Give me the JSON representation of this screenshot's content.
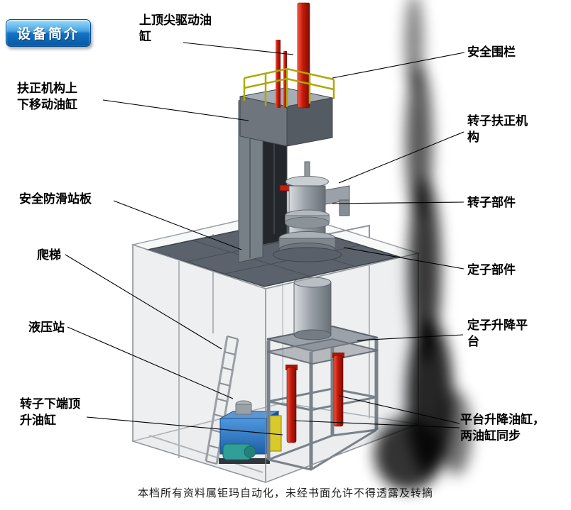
{
  "badge": {
    "label": "设备简介"
  },
  "labels": {
    "top_center_drive_cylinder": "上顶尖驱动油缸",
    "safety_fence": "安全围栏",
    "centering_mechanism_lift_cylinder": "扶正机构上下移动油缸",
    "rotor_centering_mechanism": "转子扶正机构",
    "safety_antislip_platform": "安全防滑站板",
    "rotor_component": "转子部件",
    "ladder": "爬梯",
    "stator_component": "定子部件",
    "hydraulic_station": "液压站",
    "stator_lift_platform": "定子升降平台",
    "rotor_bottom_jack_cylinder": "转子下端顶升油缸",
    "platform_lift_cylinders": "平台升降油缸，两油缸同步"
  },
  "footer": {
    "text": "本档所有资料属钜玛自动化，未经书面允许不得透露及转摘"
  },
  "colors": {
    "badge_blue": "#1273c4",
    "cylinder_red": "#c41808",
    "railing_yellow": "#a9ab07",
    "hydraulic_blue": "#2b6fb8",
    "steel_gray": "#8a9096",
    "platform_dark": "#5b626b"
  }
}
